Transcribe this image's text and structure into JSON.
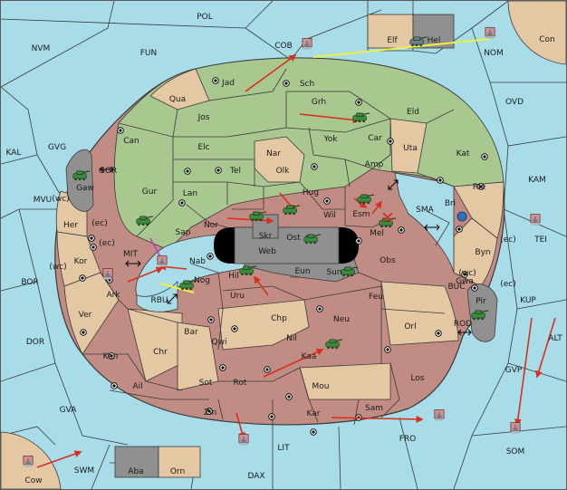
{
  "colors": {
    "sea": "#a8dce8",
    "land_green": "#a8c890",
    "land_tan": "#e4c8a4",
    "land_rose": "#c08c84",
    "impassable_gray": "#909090",
    "border": "#3a3a3a",
    "order_arrow": "#d83020",
    "convoy_line": "#f0f040",
    "support_arrow": "#c040c0",
    "unit_green": "#3c8a3c",
    "unit_slate": "#6c7c8c",
    "unit_pink": "#d49090"
  },
  "icons": {
    "supply_center": "supply-center-icon",
    "army": "army-icon",
    "fleet": "fleet-icon",
    "crossing": "double-arrow-icon"
  },
  "sea_labels": {
    "pol": "POL",
    "nvm": "NVM",
    "fun": "FUN",
    "cob": "COB",
    "nom": "NOM",
    "ovd": "OVD",
    "kal": "KAL",
    "gvg": "GVG",
    "gor": "GOR",
    "kam": "KAM",
    "sma": "SMA",
    "mvu": "MVU",
    "mit": "MIT",
    "tei": "TEI",
    "bor": "BOR",
    "rbu": "RBU",
    "buc": "BUC",
    "kup": "KUP",
    "rod": "ROD",
    "alt": "ALT",
    "dor": "DOR",
    "gvp": "GVP",
    "gva": "GVA",
    "fro": "FRO",
    "som": "SOM",
    "swm": "SWM",
    "lit": "LIT",
    "dax": "DAX",
    "cow": "Cow",
    "con": "Con"
  },
  "land_labels": {
    "elf": "Elf",
    "hel": "Hel",
    "jad": "Jad",
    "sch": "Sch",
    "qua": "Qua",
    "grh": "Grh",
    "eld": "Eld",
    "jos": "Jos",
    "can": "Can",
    "car": "Car",
    "yok": "Yok",
    "elc": "Elc",
    "nar": "Nar",
    "uta": "Uta",
    "kat": "Kat",
    "amp": "Amp",
    "tel": "Tel",
    "olk": "Olk",
    "gaw": "Gaw",
    "gur": "Gur",
    "lan": "Lan",
    "hug": "Hug",
    "bri": "Bri",
    "rie": "Rie",
    "esm": "Esm",
    "wil": "Wil",
    "nor": "Nor",
    "skr": "Skr",
    "her": "Her",
    "sap": "Sap",
    "ost": "Ost",
    "web": "Web",
    "mel": "Mel",
    "byn": "Byn",
    "kor": "Kor",
    "obs": "Obs",
    "nab": "Nab",
    "eun": "Eun",
    "sun": "Sun",
    "gwa": "Gwa",
    "ark": "Ark",
    "nog": "Nog",
    "hil": "Hil",
    "uru": "Uru",
    "feu": "Feu",
    "pir": "Pir",
    "ver": "Ver",
    "chp": "Chp",
    "neu": "Neu",
    "orl": "Orl",
    "bar": "Bar",
    "qwi": "Qwi",
    "nil": "Nil",
    "ken": "Ken",
    "chr": "Chr",
    "kaa": "Kaa",
    "rot": "Rot",
    "ail": "Ail",
    "sot": "Sot",
    "mou": "Mou",
    "los": "Los",
    "zin": "Zin",
    "kar": "Kar",
    "sam": "Sam",
    "aba": "Aba",
    "orn": "Orn"
  },
  "coast_tags": {
    "gvg_wc": "(wc)",
    "her_ec": "(ec)",
    "mit_ec": "(ec)",
    "kor_wc": "(wc)",
    "byn_ec": "(ec)",
    "gwa_wc": "(wc)",
    "gwa_ec": "(ec)"
  }
}
